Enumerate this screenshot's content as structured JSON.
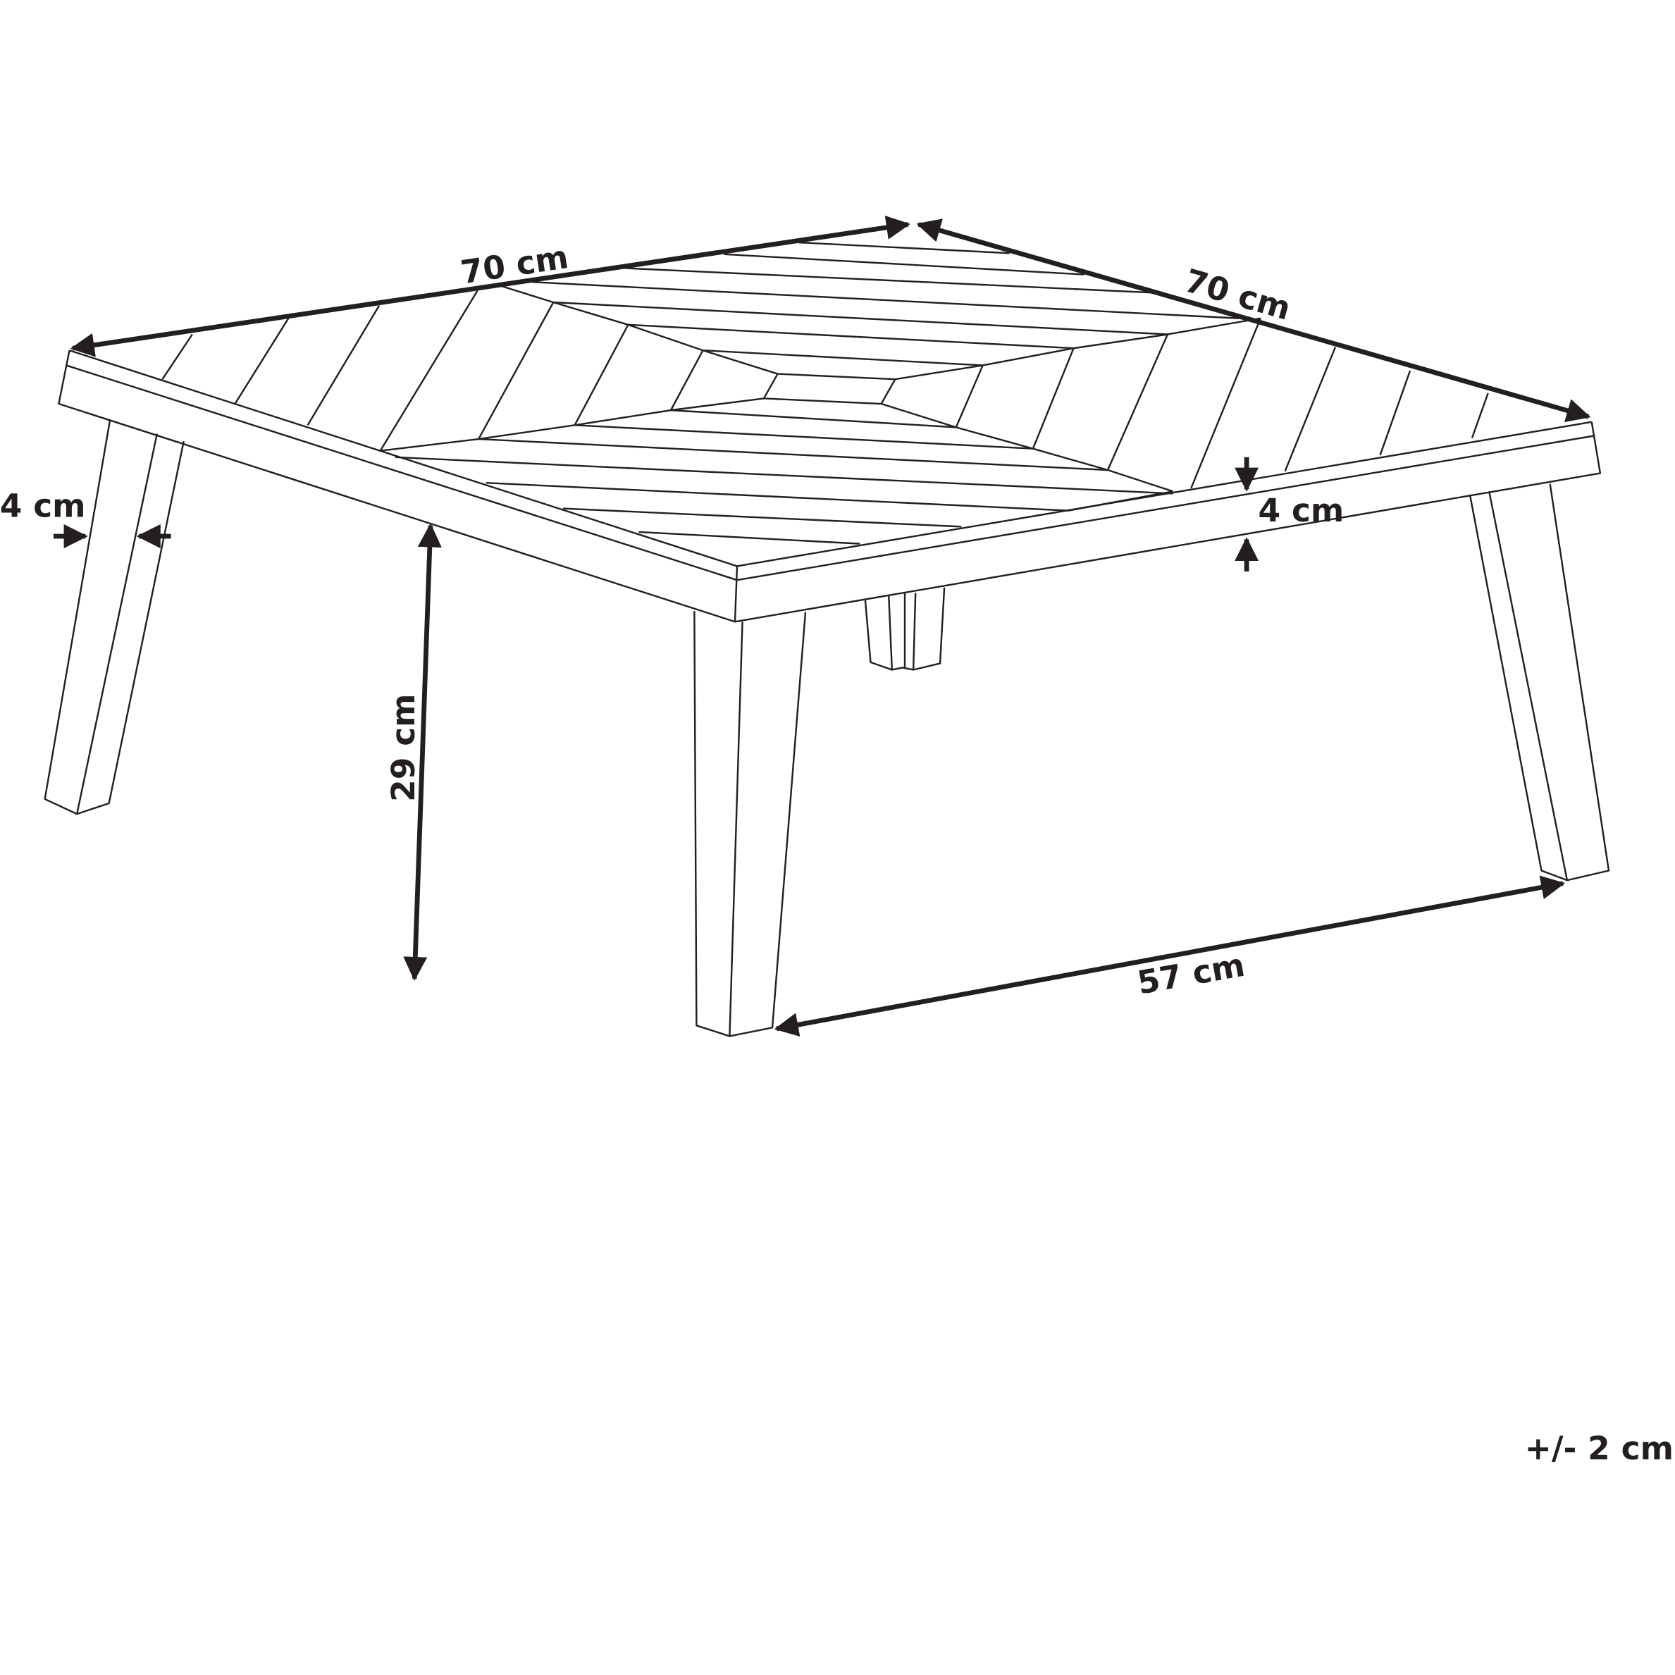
{
  "dimensions": {
    "width_left": "70 cm",
    "width_right": "70 cm",
    "height": "29 cm",
    "leg_span": "57 cm",
    "leg_thickness": "4 cm",
    "top_thickness": "4 cm"
  },
  "tolerance": "+/- 2 cm",
  "colors": {
    "line": "#231f20",
    "background": "#ffffff"
  }
}
